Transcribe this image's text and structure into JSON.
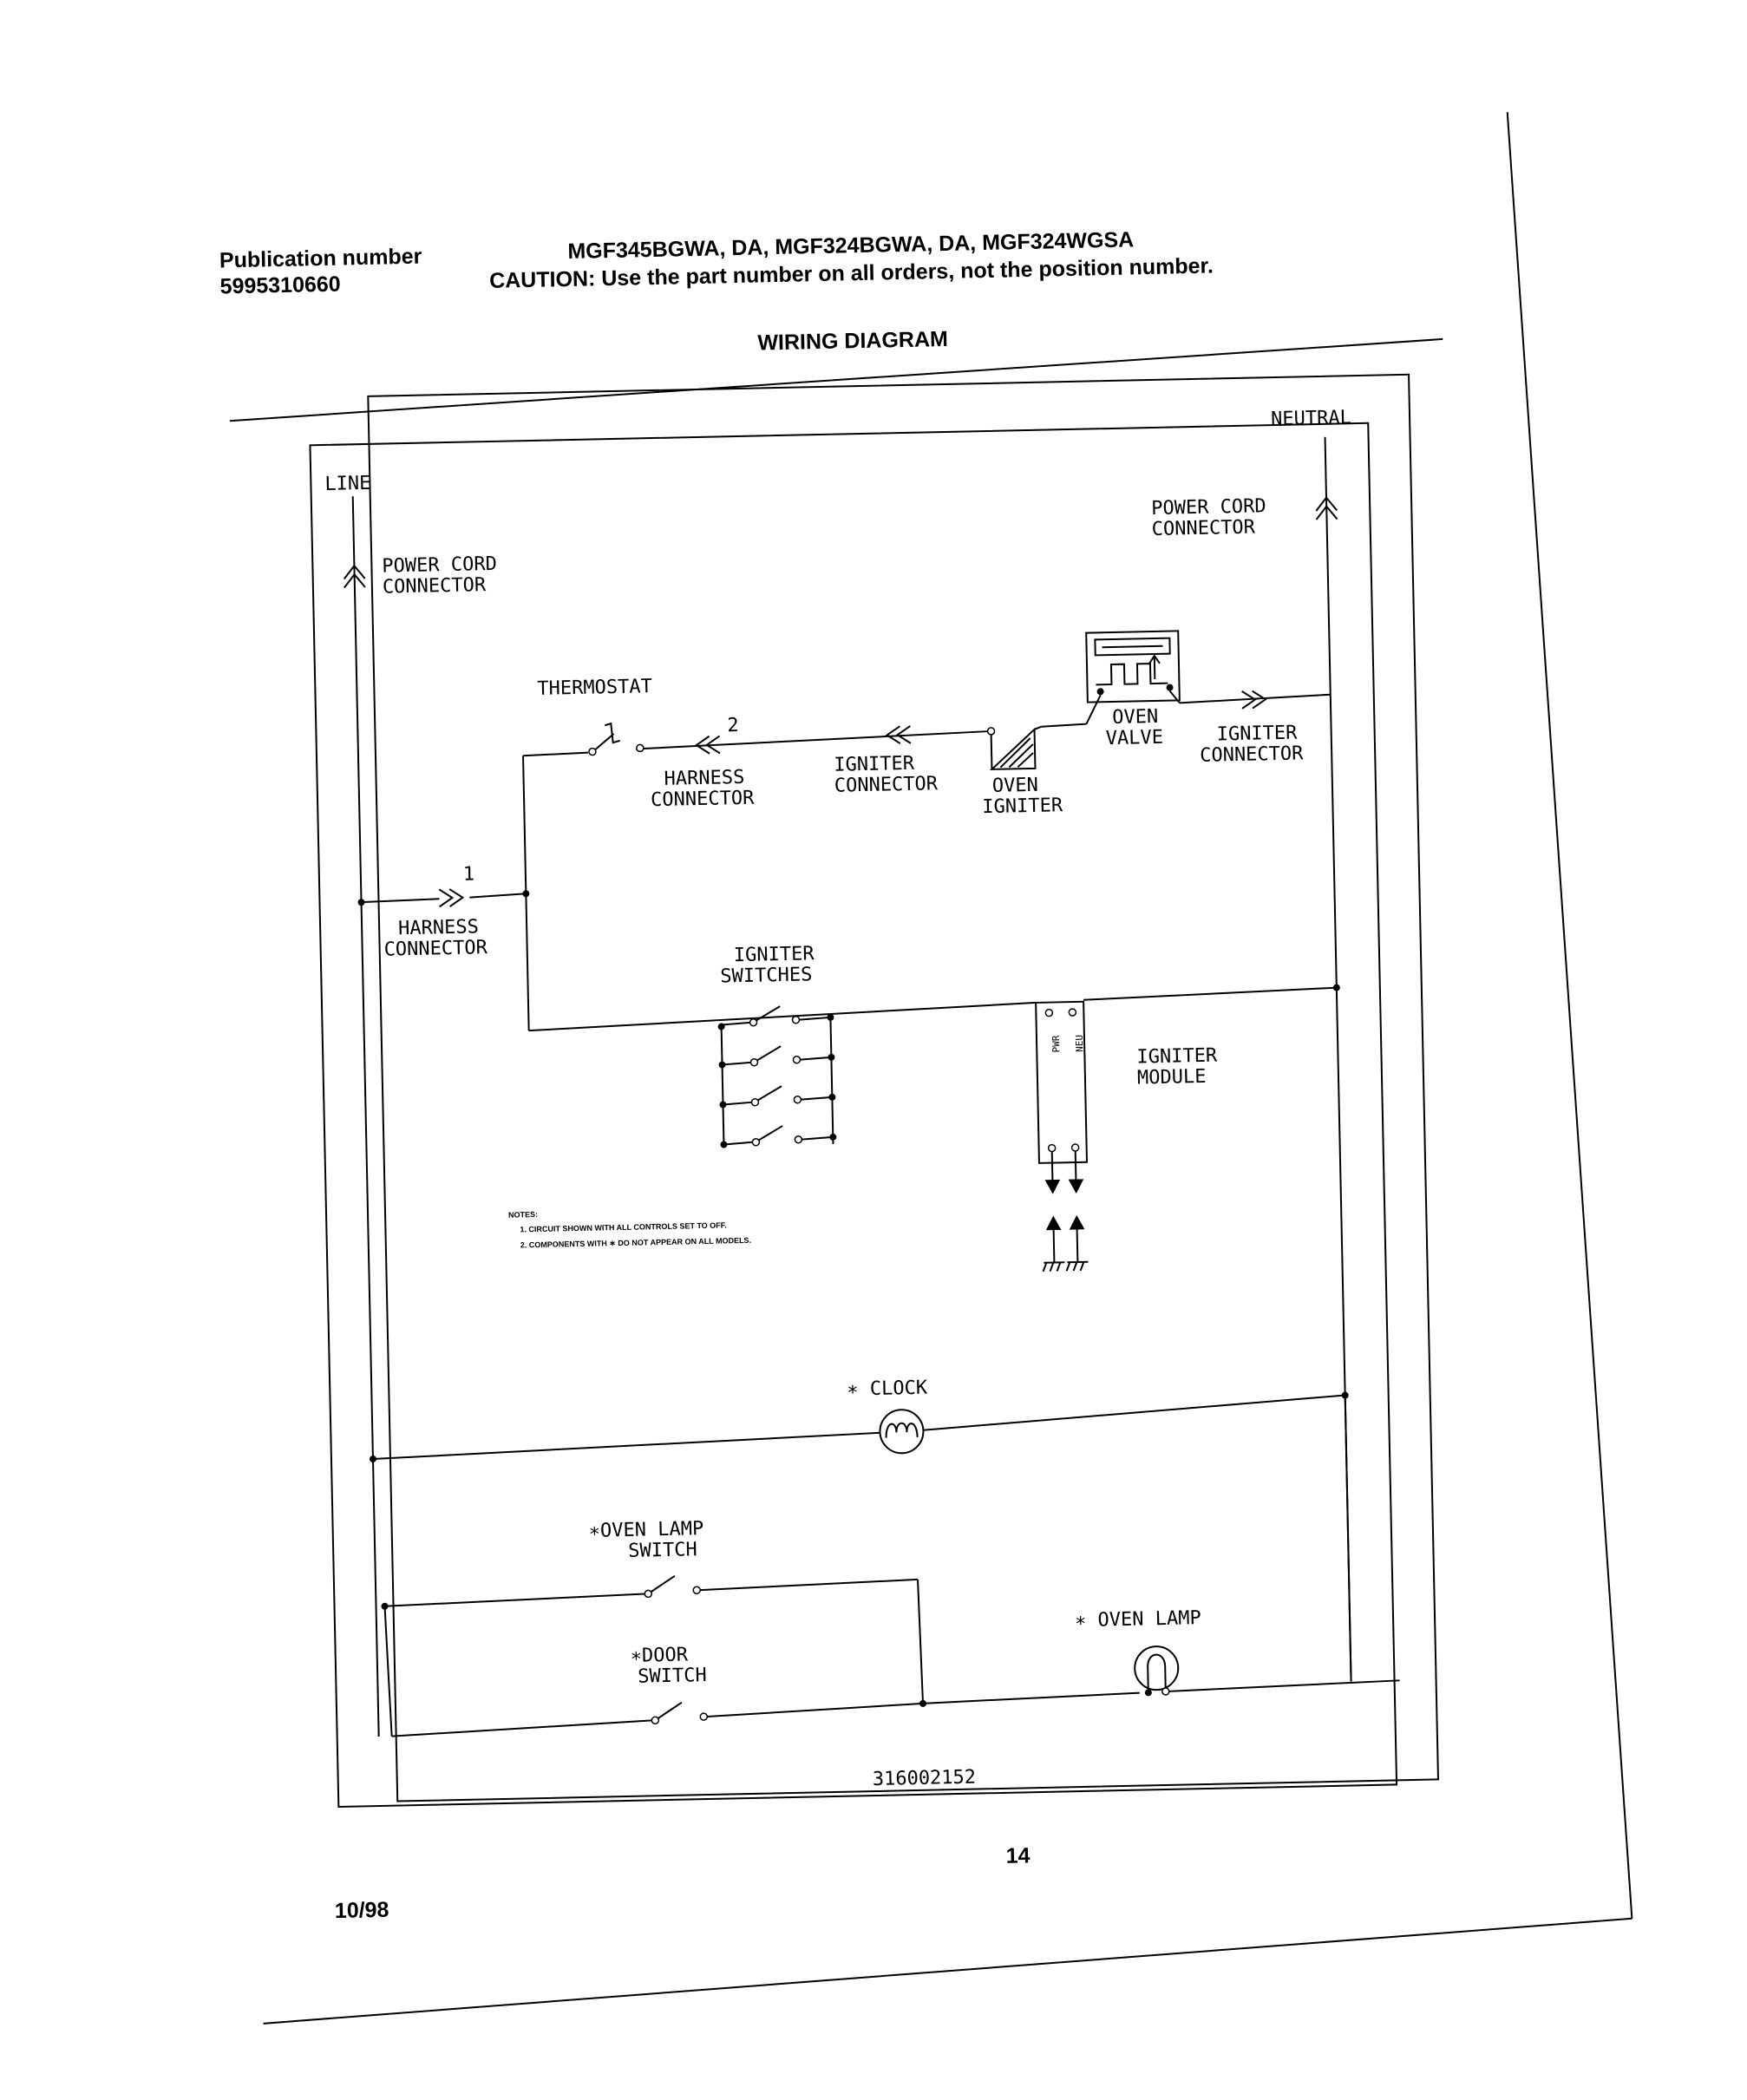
{
  "header": {
    "publication_label": "Publication number",
    "publication_number": "5995310660",
    "models": "MGF345BGWA, DA, MGF324BGWA, DA, MGF324WGSA",
    "caution": "CAUTION:  Use the part number on all orders, not the position number.",
    "section_title": "WIRING DIAGRAM"
  },
  "diagram": {
    "line": "LINE",
    "neutral": "NEUTRAL",
    "power_cord_line": [
      "POWER CORD",
      "CONNECTOR"
    ],
    "power_cord_neutral": [
      "POWER CORD",
      "CONNECTOR"
    ],
    "thermostat": "THERMOSTAT",
    "harness_connector_2": [
      "HARNESS",
      "CONNECTOR"
    ],
    "harness_connector_2_num": "2",
    "igniter_connector_left": [
      "IGNITER",
      "CONNECTOR"
    ],
    "oven_igniter": [
      "OVEN",
      "IGNITER"
    ],
    "oven_valve": [
      "OVEN",
      "VALVE"
    ],
    "igniter_connector_right": [
      "IGNITER",
      "CONNECTOR"
    ],
    "harness_connector_1": [
      "HARNESS",
      "CONNECTOR"
    ],
    "harness_connector_1_num": "1",
    "igniter_switches": [
      "IGNITER",
      "SWITCHES"
    ],
    "igniter_module": [
      "IGNITER",
      "MODULE"
    ],
    "module_pwr": "PWR",
    "module_neu": "NEU",
    "notes": [
      "NOTES:",
      "1.  CIRCUIT SHOWN WITH ALL CONTROLS SET TO OFF.",
      "2.  COMPONENTS WITH ∗ DO NOT APPEAR ON ALL MODELS."
    ],
    "clock": "∗ CLOCK",
    "oven_lamp_switch": [
      "∗OVEN LAMP",
      "SWITCH"
    ],
    "door_switch": [
      "∗DOOR",
      "SWITCH"
    ],
    "oven_lamp": "∗ OVEN LAMP",
    "drawing_number": "316002152"
  },
  "footer": {
    "page_number": "14",
    "date": "10/98"
  }
}
